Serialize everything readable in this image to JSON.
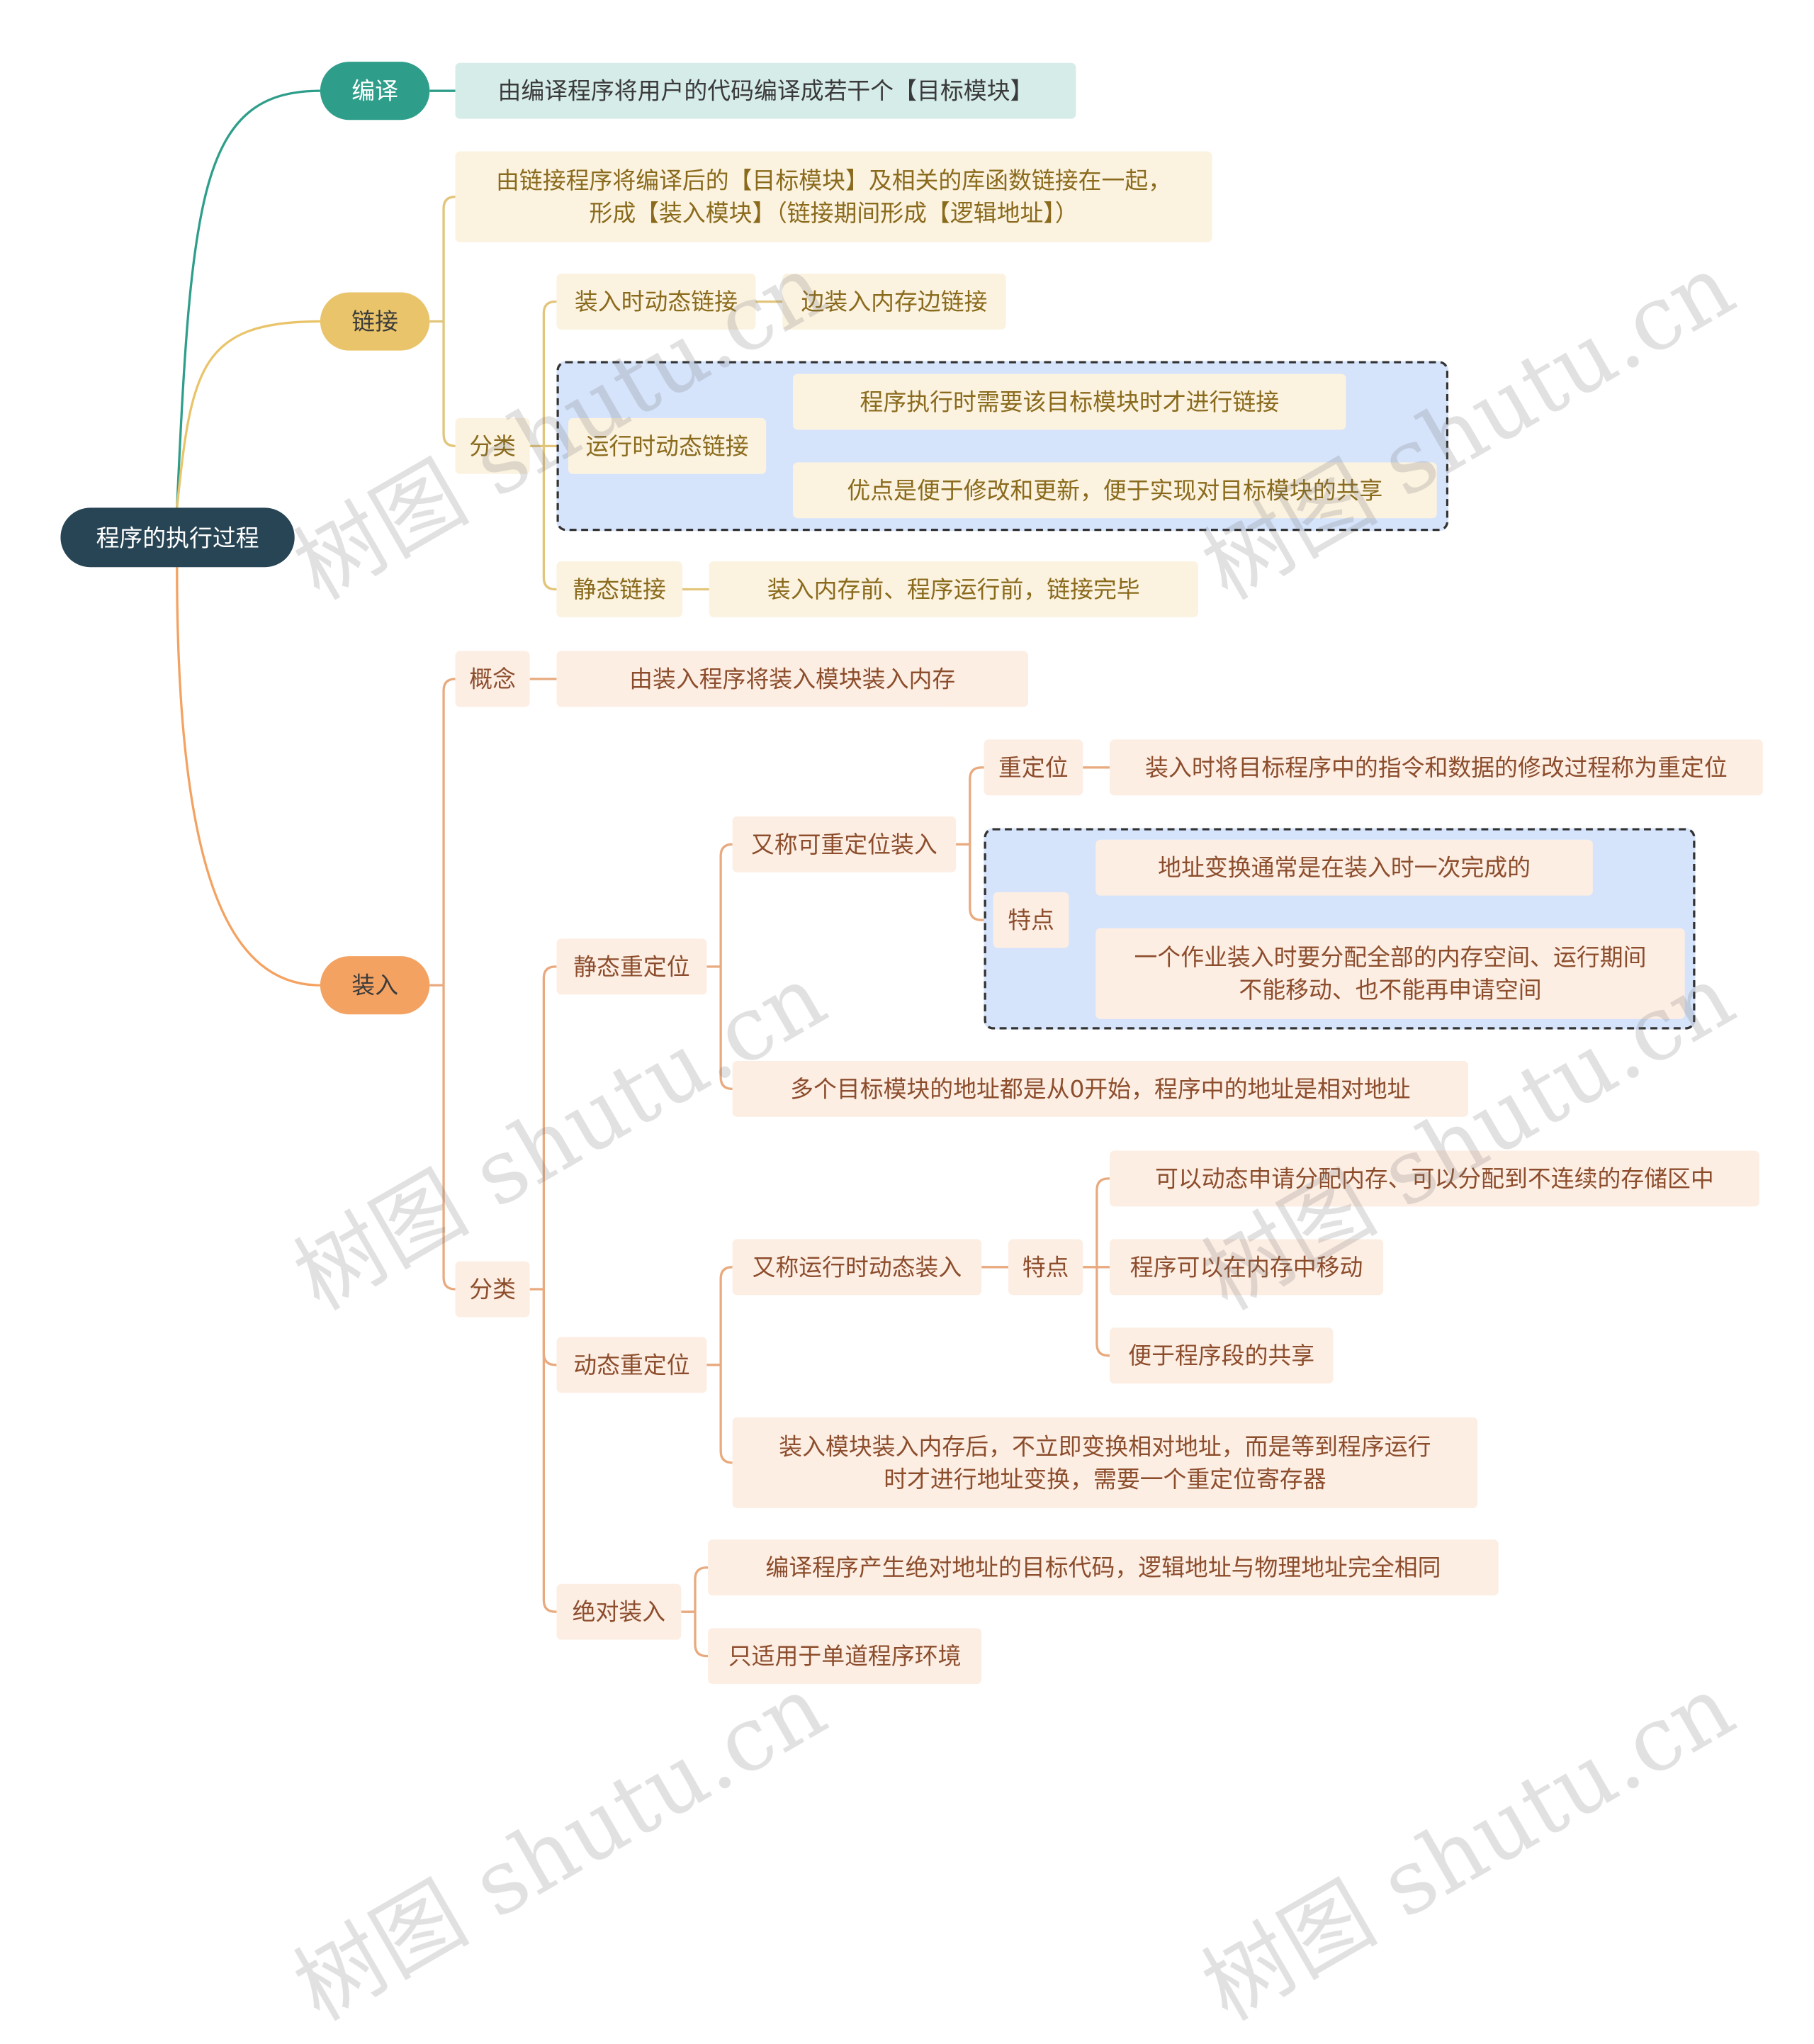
{
  "root": "程序的执行过程",
  "compile": {
    "label": "编译",
    "desc": "由编译程序将用户的代码编译成若干个【目标模块】"
  },
  "link": {
    "label": "链接",
    "desc": "由链接程序将编译后的【目标模块】及相关的库函数链接在一起，\n形成【装入模块】（链接期间形成【逻辑地址】）",
    "category": "分类",
    "load_time_dynamic": "装入时动态链接",
    "load_time_dynamic_desc": "边装入内存边链接",
    "run_time_dynamic": "运行时动态链接",
    "run_time_desc_1": "程序执行时需要该目标模块时才进行链接",
    "run_time_desc_2": "优点是便于修改和更新，便于实现对目标模块的共享",
    "static": "静态链接",
    "static_desc": "装入内存前、程序运行前，链接完毕"
  },
  "load": {
    "label": "装入",
    "concept": "概念",
    "concept_desc": "由装入程序将装入模块装入内存",
    "category": "分类",
    "static_reloc": "静态重定位",
    "aka_reloc": "又称可重定位装入",
    "relocation": "重定位",
    "relocation_desc": "装入时将目标程序中的指令和数据的修改过程称为重定位",
    "features": "特点",
    "static_feat_1": "地址变换通常是在装入时一次完成的",
    "static_feat_2": "一个作业装入时要分配全部的内存空间、运行期间\n不能移动、也不能再申请空间",
    "static_note": "多个目标模块的地址都是从0开始，程序中的地址是相对地址",
    "dynamic_reloc": "动态重定位",
    "aka_dynamic": "又称运行时动态装入",
    "dyn_features": "特点",
    "dyn_feat_1": "可以动态申请分配内存、可以分配到不连续的存储区中",
    "dyn_feat_2": "程序可以在内存中移动",
    "dyn_feat_3": "便于程序段的共享",
    "dyn_note": "装入模块装入内存后，不立即变换相对地址，而是等到程序运行\n时才进行地址变换，需要一个重定位寄存器",
    "absolute": "绝对装入",
    "abs_desc_1": "编译程序产生绝对地址的目标代码，逻辑地址与物理地址完全相同",
    "abs_desc_2": "只适用于单道程序环境"
  },
  "watermark": "树图 shutu.cn",
  "colors": {
    "teal": "#2e9e8b",
    "gold": "#e9c46a",
    "orange": "#f4a261",
    "root": "#274554"
  }
}
